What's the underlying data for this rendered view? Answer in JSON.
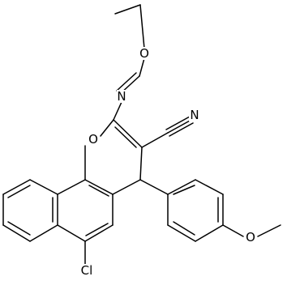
{
  "atoms": {
    "o_ethoxy": "O",
    "n_imine": "N",
    "o_pyran": "O",
    "n_nitrile": "N",
    "cl": "Cl",
    "o_methoxy": "O"
  },
  "colors": {
    "bond": "#000000",
    "label": "#000000",
    "background": "#ffffff"
  }
}
